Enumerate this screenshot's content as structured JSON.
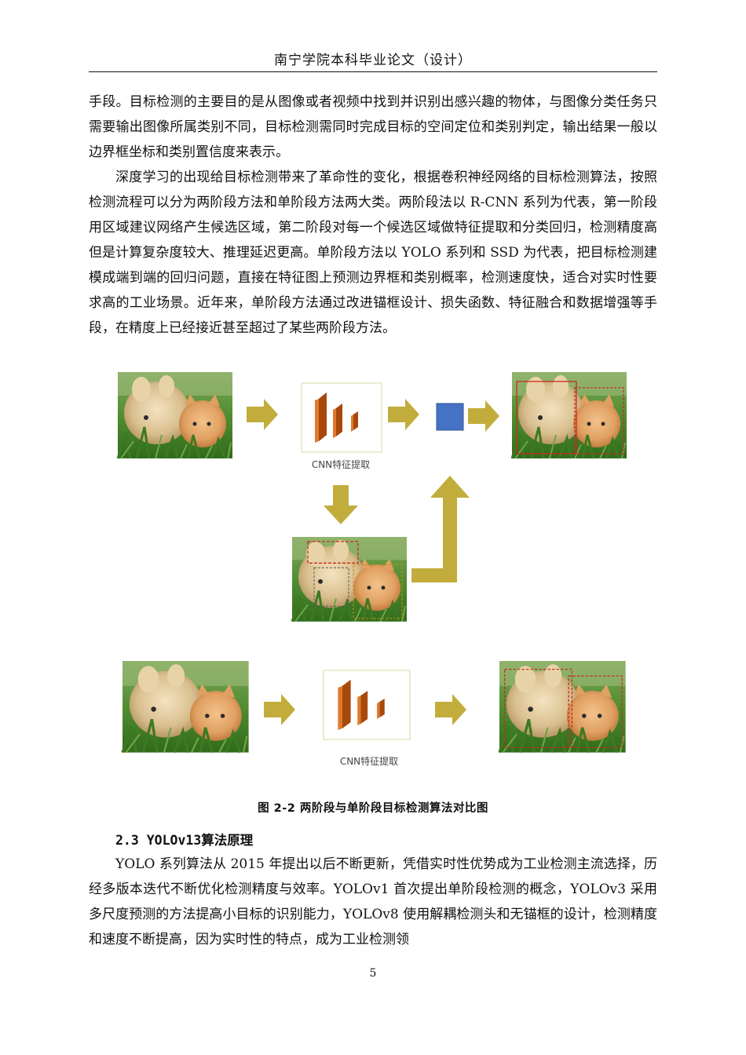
{
  "header": {
    "title": "南宁学院本科毕业论文（设计）"
  },
  "paragraphs": [
    "手段。目标检测的主要目的是从图像或者视频中找到并识别出感兴趣的物体，与图像分类任务只需要输出图像所属类别不同，目标检测需同时完成目标的空间定位和类别判定，输出结果一般以边界框坐标和类别置信度来表示。",
    "深度学习的出现给目标检测带来了革命性的变化，根据卷积神经网络的目标检测算法，按照检测流程可以分为两阶段方法和单阶段方法两大类。两阶段法以 R-CNN 系列为代表，第一阶段用区域建议网络产生候选区域，第二阶段对每一个候选区域做特征提取和分类回归，检测精度高但是计算复杂度较大、推理延迟更高。单阶段方法以 YOLO 系列和 SSD 为代表，把目标检测建模成端到端的回归问题，直接在特征图上预测边界框和类别概率，检测速度快，适合对实时性要求高的工业场景。近年来，单阶段方法通过改进锚框设计、损失函数、特征融合和数据增强等手段，在精度上已经接近甚至超过了某些两阶段方法。"
  ],
  "figure": {
    "cnn_label_top": "CNN特征提取",
    "cnn_label_bottom": "CNN特征提取",
    "caption": "图 2-2   两阶段与单阶段目标检测算法对比图"
  },
  "section": {
    "number": "2.3 YOLOv13",
    "title": "算法原理"
  },
  "paragraphs_after": [
    "YOLO 系列算法从 2015 年提出以后不断更新，凭借实时性优势成为工业检测主流选择，历经多版本迭代不断优化检测精度与效率。YOLOv1 首次提出单阶段检测的概念，YOLOv3 采用多尺度预测的方法提高小目标的识别能力，YOLOv8 使用解耦检测头和无锚框的设计，检测精度和速度不断提高，因为实时性的特点，成为工业检测领"
  ],
  "page": {
    "number": "5"
  },
  "colors": {
    "arrow": "#c2ad3c",
    "cnn": "#c55a11",
    "blue_box": "#4472c4",
    "det_box": "#cc2a1f"
  }
}
